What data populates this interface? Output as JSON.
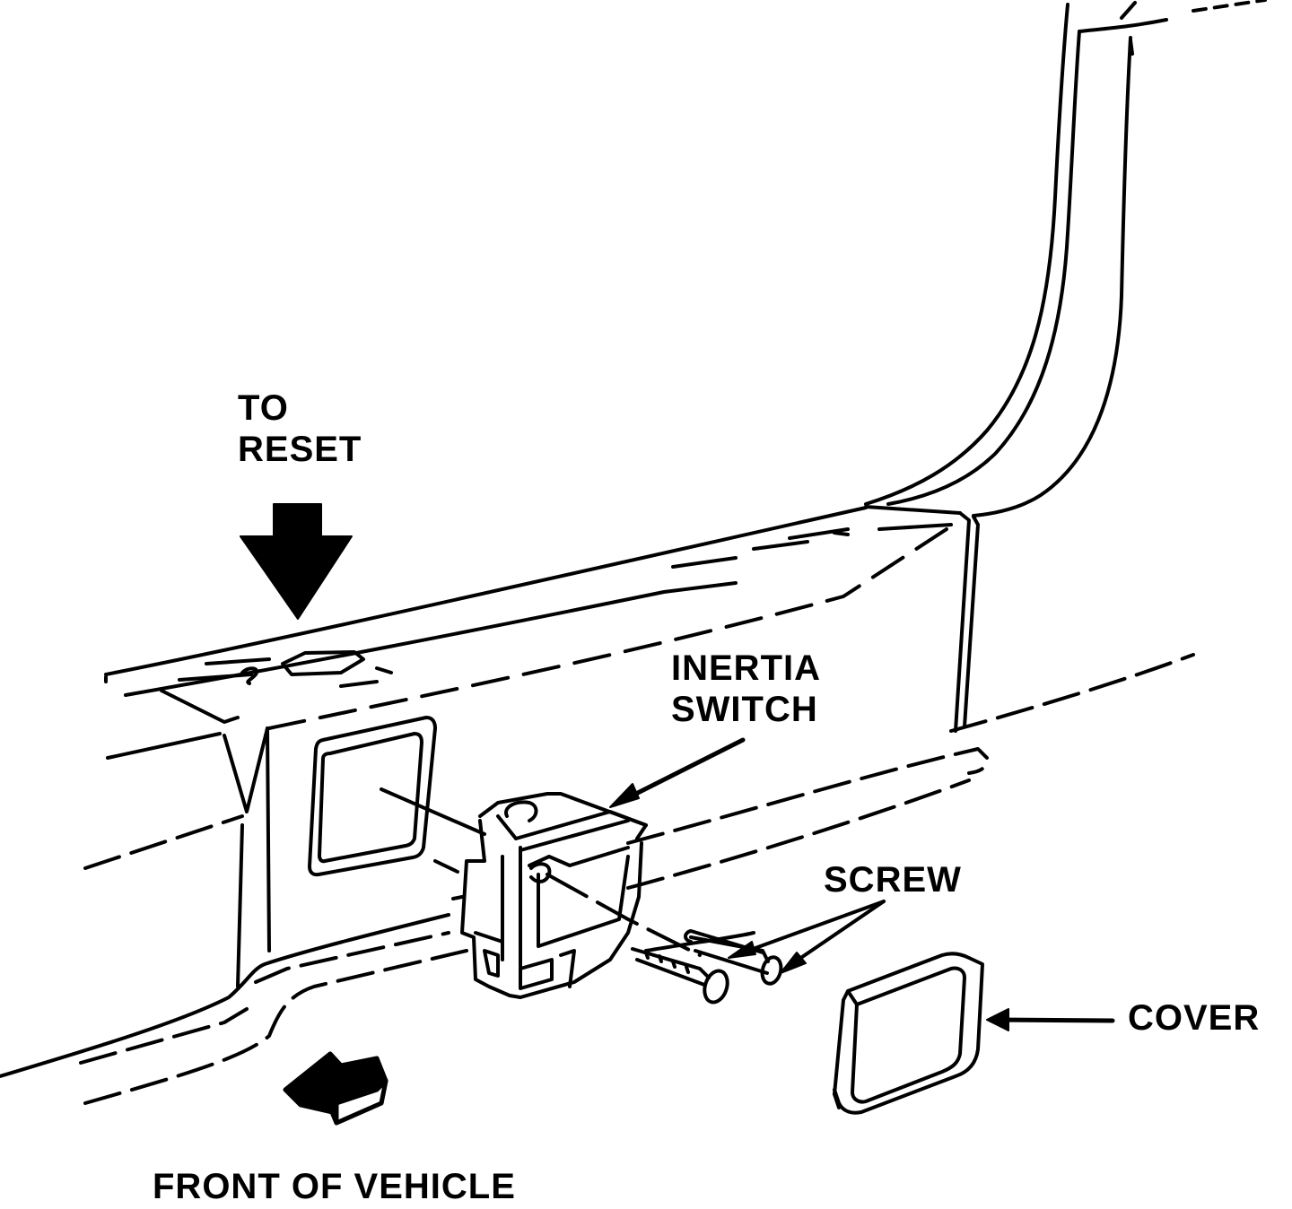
{
  "labels": {
    "to_reset": [
      "TO",
      "RESET"
    ],
    "inertia_switch": [
      "INERTIA",
      "SWITCH"
    ],
    "screw": "SCREW",
    "cover": "COVER",
    "front_of_vehicle": "FRONT OF VEHICLE"
  },
  "colors": {
    "ink": "#000000",
    "paper": "#ffffff"
  }
}
